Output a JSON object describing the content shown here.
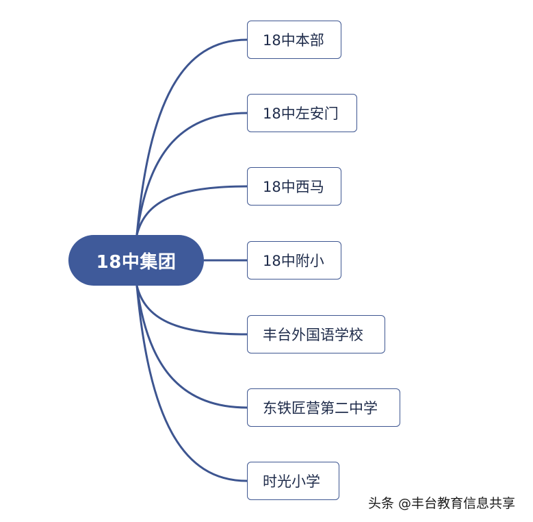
{
  "root": {
    "label": "18中集团"
  },
  "children": [
    {
      "label": "18中本部"
    },
    {
      "label": "18中左安门"
    },
    {
      "label": "18中西马"
    },
    {
      "label": "18中附小"
    },
    {
      "label": "丰台外国语学校"
    },
    {
      "label": "东铁匠营第二中学"
    },
    {
      "label": "时光小学"
    }
  ],
  "watermark": {
    "text": "头条 @丰台教育信息共享"
  },
  "colors": {
    "primary": "#3f5a9a",
    "line": "#3d5590",
    "text": "#1e2b4a"
  }
}
